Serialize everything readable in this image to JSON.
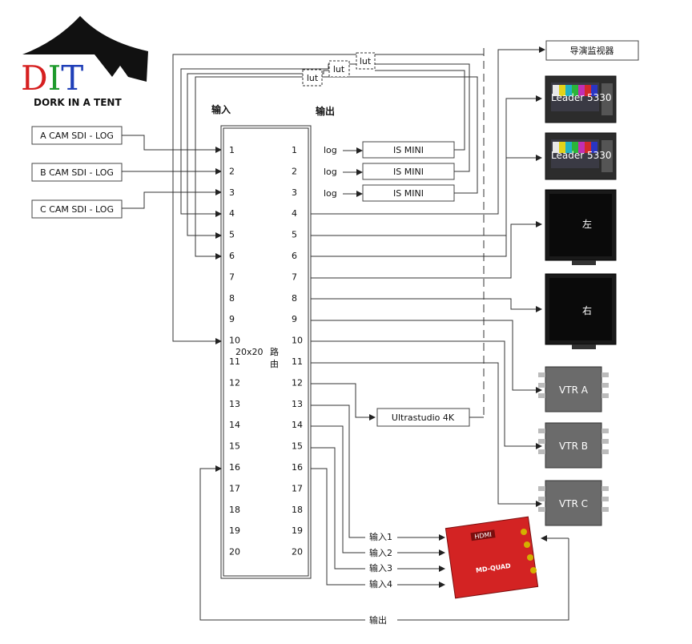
{
  "logo": {
    "big": "DIT",
    "sub": "DORK IN A TENT"
  },
  "headers": {
    "input": "输入",
    "output": "输出"
  },
  "sources": [
    "A CAM SDI - LOG",
    "B CAM SDI - LOG",
    "C CAM SDI - LOG"
  ],
  "router": {
    "label": "20x20",
    "label2": "路",
    "label3": "由",
    "ports": [
      "1",
      "2",
      "3",
      "4",
      "5",
      "6",
      "7",
      "8",
      "9",
      "10",
      "11",
      "12",
      "13",
      "14",
      "15",
      "16",
      "17",
      "18",
      "19",
      "20"
    ]
  },
  "log_label": "log",
  "lut_label": "lut",
  "is_mini": [
    "IS MINI",
    "IS MINI",
    "IS MINI"
  ],
  "monitors": {
    "director": "导演监视器",
    "leader": [
      "Leader 5330",
      "Leader 5330"
    ],
    "left": "左",
    "right": "右",
    "vtr": [
      "VTR A",
      "VTR B",
      "VTR C"
    ]
  },
  "ultrastudio": "Ultrastudio 4K",
  "quad": {
    "inputs": [
      "输入1",
      "输入2",
      "输入3",
      "输入4"
    ],
    "output": "输出",
    "brand": "HDMI",
    "model": "MD-QUAD"
  }
}
